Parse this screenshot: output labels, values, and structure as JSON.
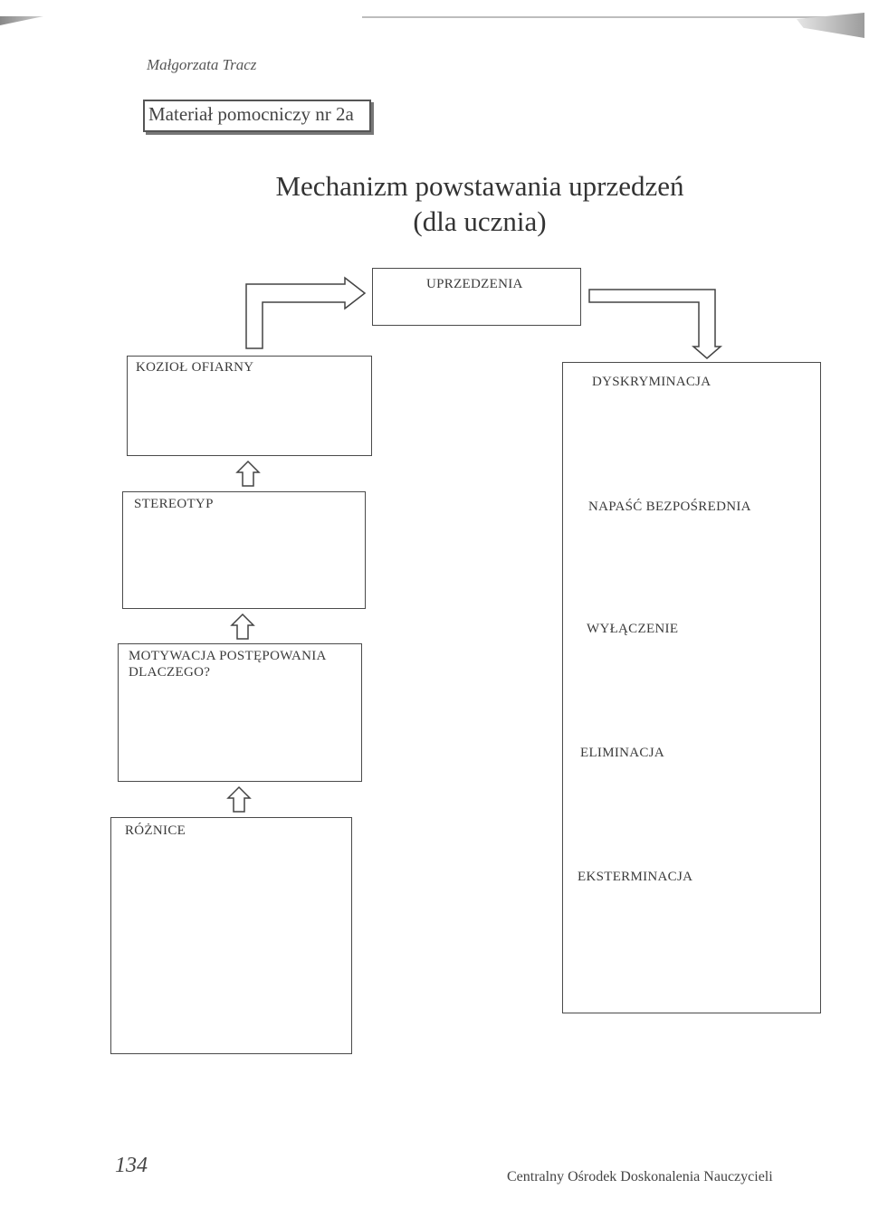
{
  "header": {
    "author": "Małgorzata Tracz",
    "material_label": "Materiał pomocniczy nr 2a"
  },
  "title": {
    "line1": "Mechanizm powstawania uprzedzeń",
    "line2": "(dla ucznia)"
  },
  "diagram": {
    "uprzedzenia": "UPRZEDZENIA",
    "left_column": [
      "KOZIOŁ OFIARNY",
      "STEREOTYP",
      "MOTYWACJA POSTĘPOWANIA",
      "DLACZEGO?",
      "RÓŻNICE"
    ],
    "right_column": [
      "DYSKRYMINACJA",
      "NAPAŚĆ BEZPOŚREDNIA",
      "WYŁĄCZENIE",
      "ELIMINACJA",
      "EKSTERMINACJA"
    ]
  },
  "footer": {
    "page_number": "134",
    "organization": "Centralny Ośrodek Doskonalenia Nauczycieli"
  }
}
